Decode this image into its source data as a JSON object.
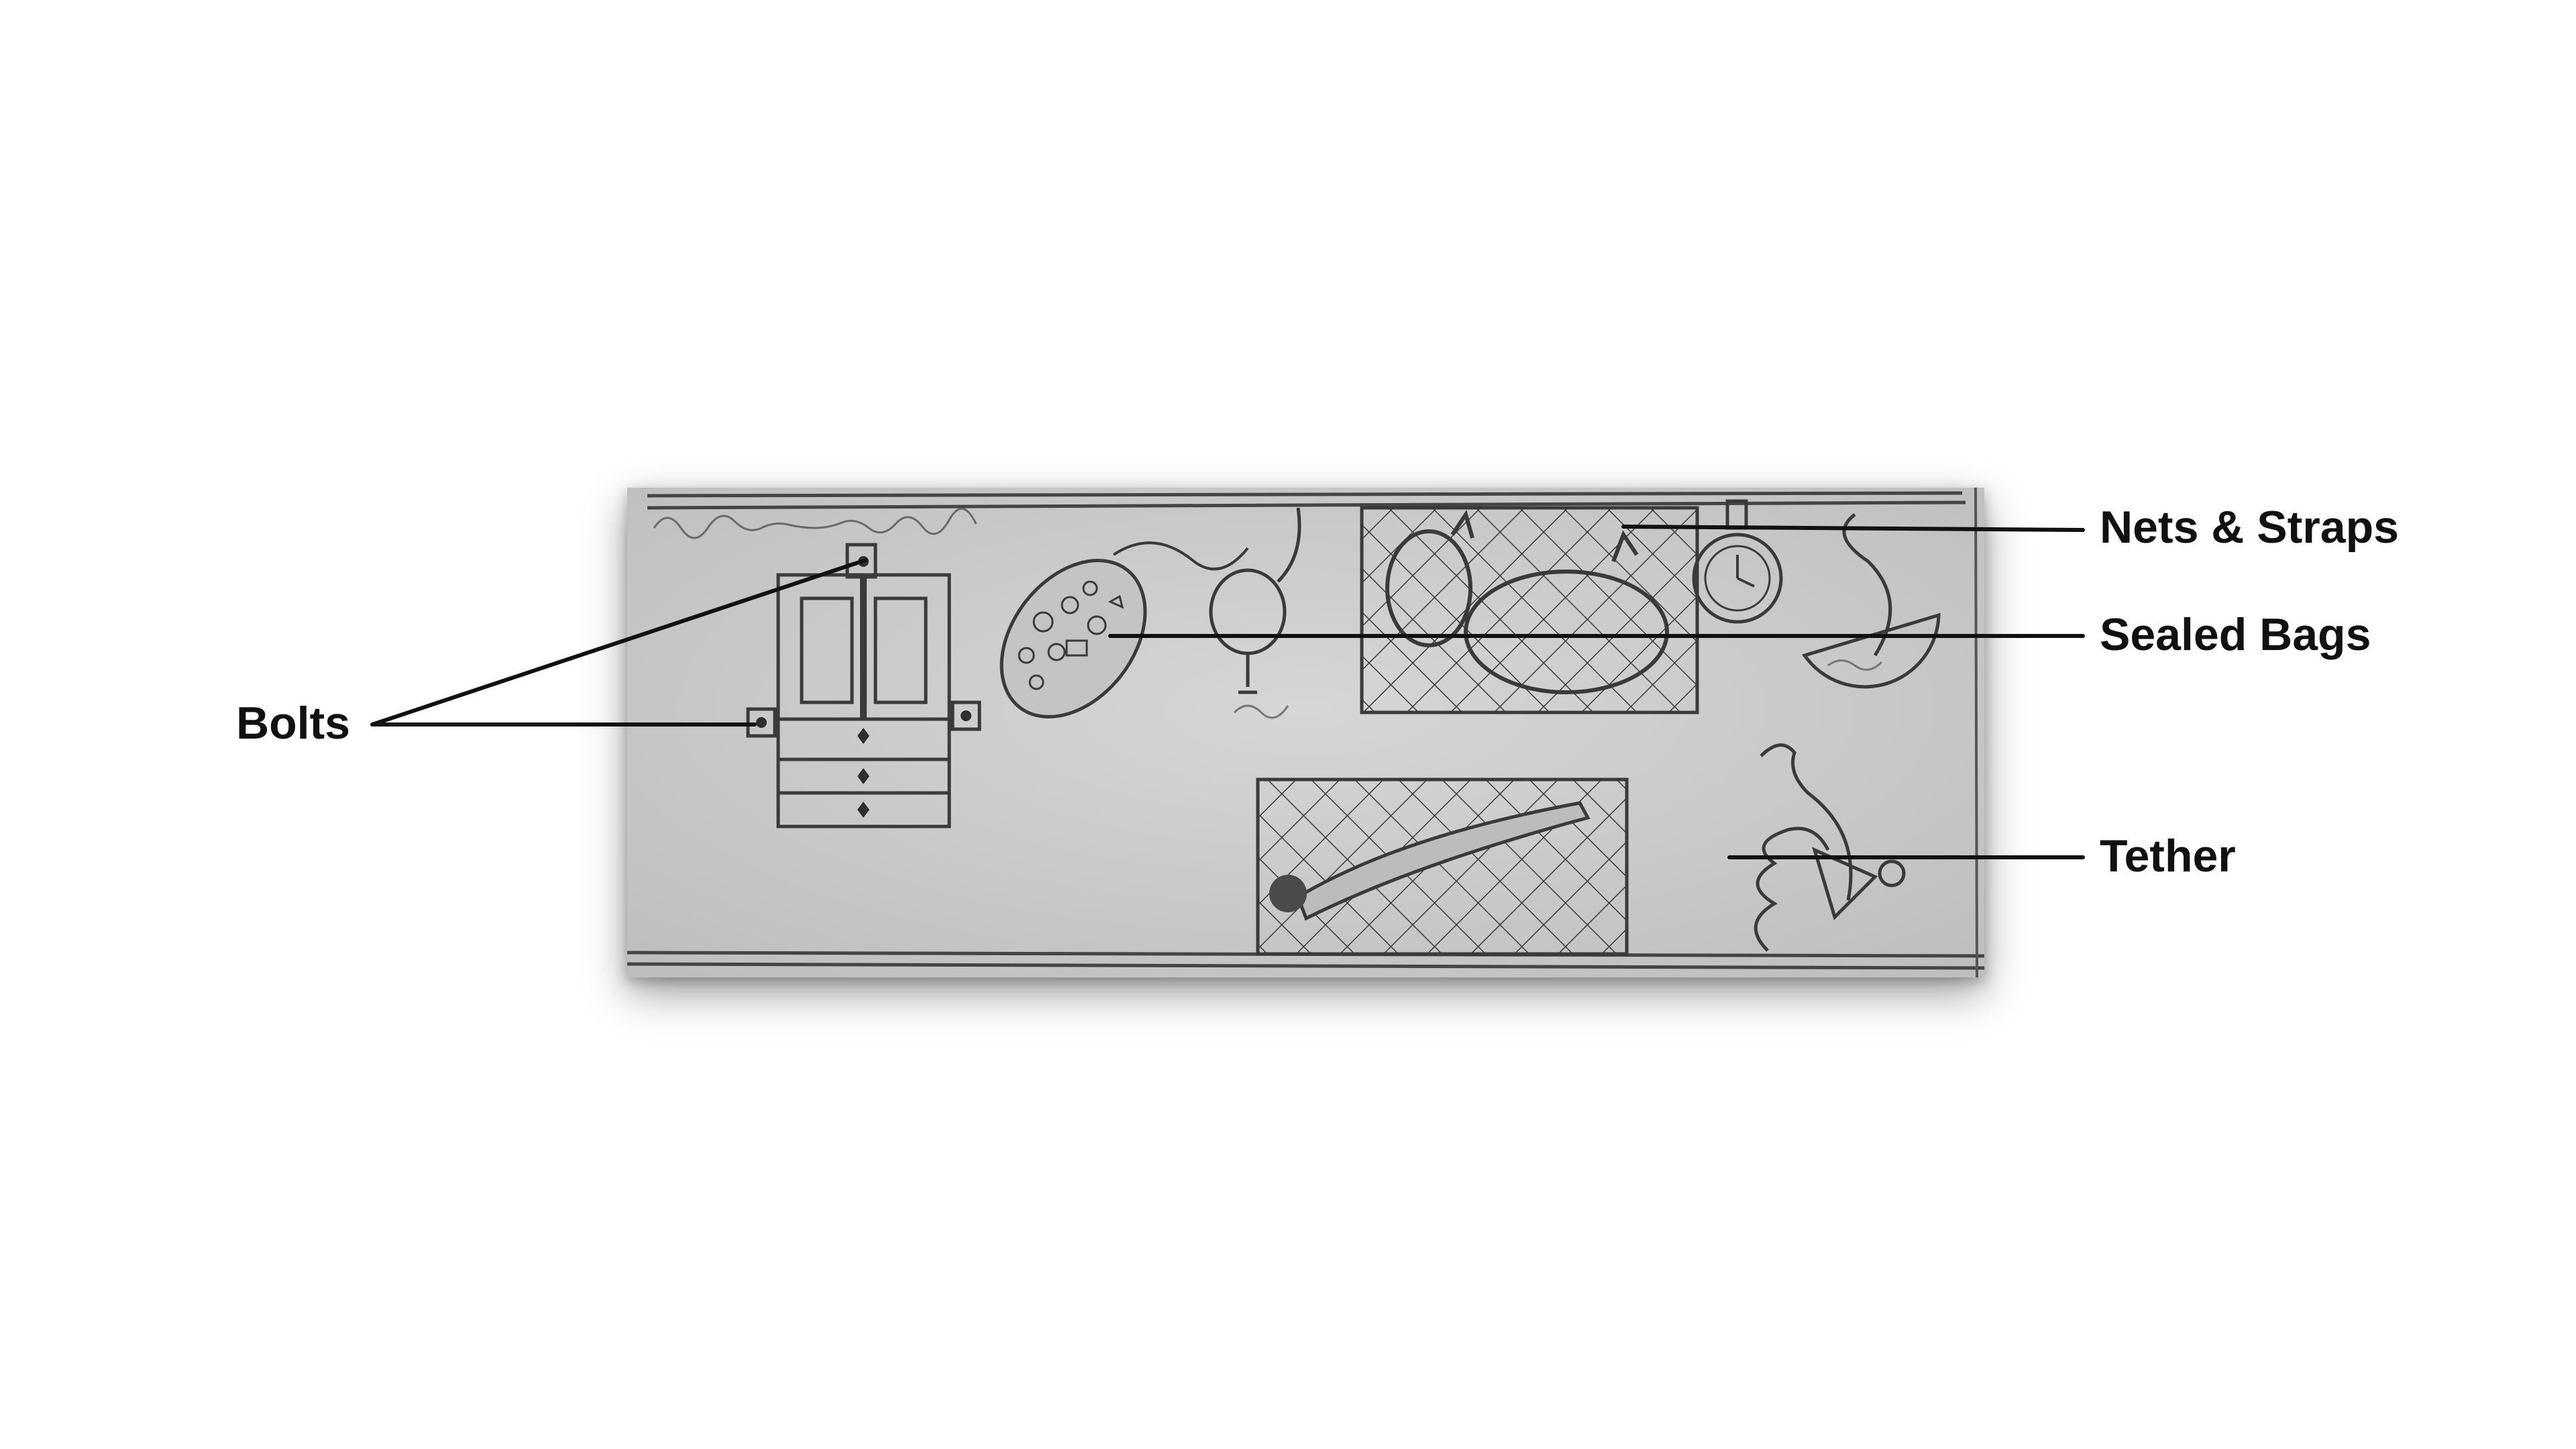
{
  "labels": {
    "bolts": "Bolts",
    "nets_straps": "Nets & Straps",
    "sealed_bags": "Sealed Bags",
    "tether": "Tether"
  },
  "colors": {
    "paper": "#cfcfcf",
    "pencil": "#3a3a3a",
    "label_text": "#111111",
    "leader_line": "#111111",
    "background": "#ffffff"
  }
}
